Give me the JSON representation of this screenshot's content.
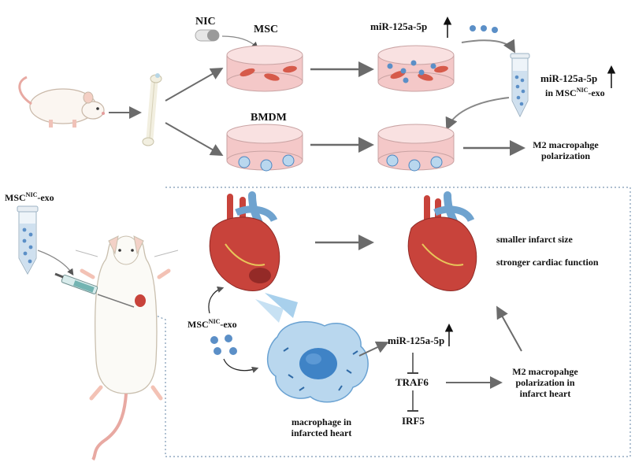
{
  "top": {
    "nic": "NIC",
    "msc": "MSC",
    "bmdm": "BMDM",
    "mir_top": "miR-125a-5p",
    "mir_exo_line1": "miR-125a-5p",
    "exo_prefix": "in MSC",
    "exo_sup": "NIC",
    "exo_suffix": "-exo",
    "m2_line1": "M2 macropahge",
    "m2_line2": "polarization"
  },
  "bottom": {
    "exo_left_prefix": "MSC",
    "exo_left_sup": "NIC",
    "exo_left_suffix": "-exo",
    "exo_mid_prefix": "MSC",
    "exo_mid_sup": "NIC",
    "exo_mid_suffix": "-exo",
    "infarct": "smaller infarct size",
    "cardiac": "stronger cardiac function",
    "mir": "miR-125a-5p",
    "traf6": "TRAF6",
    "irf5": "IRF5",
    "m2_line1": "M2 macropahge",
    "m2_line2": "polarization in",
    "m2_line3": "infarct heart",
    "macro_line1": "macrophage in",
    "macro_line2": "infarcted heart"
  },
  "colors": {
    "dish_fill": "#f4c8c8",
    "dish_rim": "#c9a3a3",
    "cell": "#d65a4a",
    "exo_dot": "#5b8fc7",
    "arrow": "#6b6b6b",
    "macrophage": "#b9d7ee",
    "nucleus": "#3f83c6",
    "heart": "#c8433b",
    "vessel": "#6fa3cf",
    "panel_border": "#7c98b3"
  },
  "icons": [
    "mouse-icon",
    "bone-icon",
    "capsule-icon",
    "petri-dish-icon",
    "tube-icon",
    "syringe-icon",
    "rat-icon",
    "heart-icon",
    "macrophage-icon"
  ]
}
